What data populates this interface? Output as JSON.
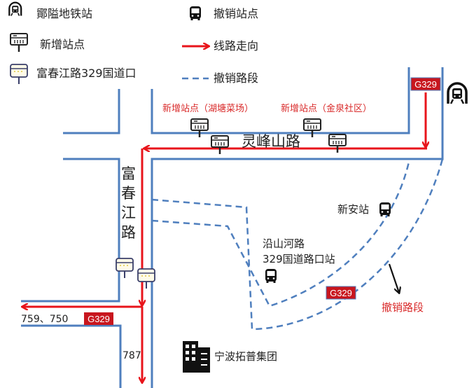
{
  "legend": {
    "metro": "鄮隘地铁站",
    "new_stop": "新增站点",
    "junction_stop": "富春江路329国道口",
    "cancelled_stop": "撤销站点",
    "route_direction": "线路走向",
    "cancelled_segment": "撤销路段"
  },
  "map": {
    "road_lingfeng": "灵峰山路",
    "road_fuchunjiang_chars": [
      "富",
      "春",
      "江",
      "路"
    ],
    "new_stop_hutang": "新增站点（湖塘菜场）",
    "new_stop_jinquan": "新增站点（金泉社区）",
    "xinan_stop": "新安站",
    "yanshanhe_line1": "沿山河路",
    "yanshanhe_line2": "329国道路口站",
    "cancelled_segment_label": "撤销路段",
    "route_badge": "G329",
    "routes_west": "759、750",
    "route_south": "787",
    "company": "宁波拓普集团"
  },
  "colors": {
    "road": "#4f7fbe",
    "route": "#e8141b",
    "badge": "#c8161e"
  }
}
